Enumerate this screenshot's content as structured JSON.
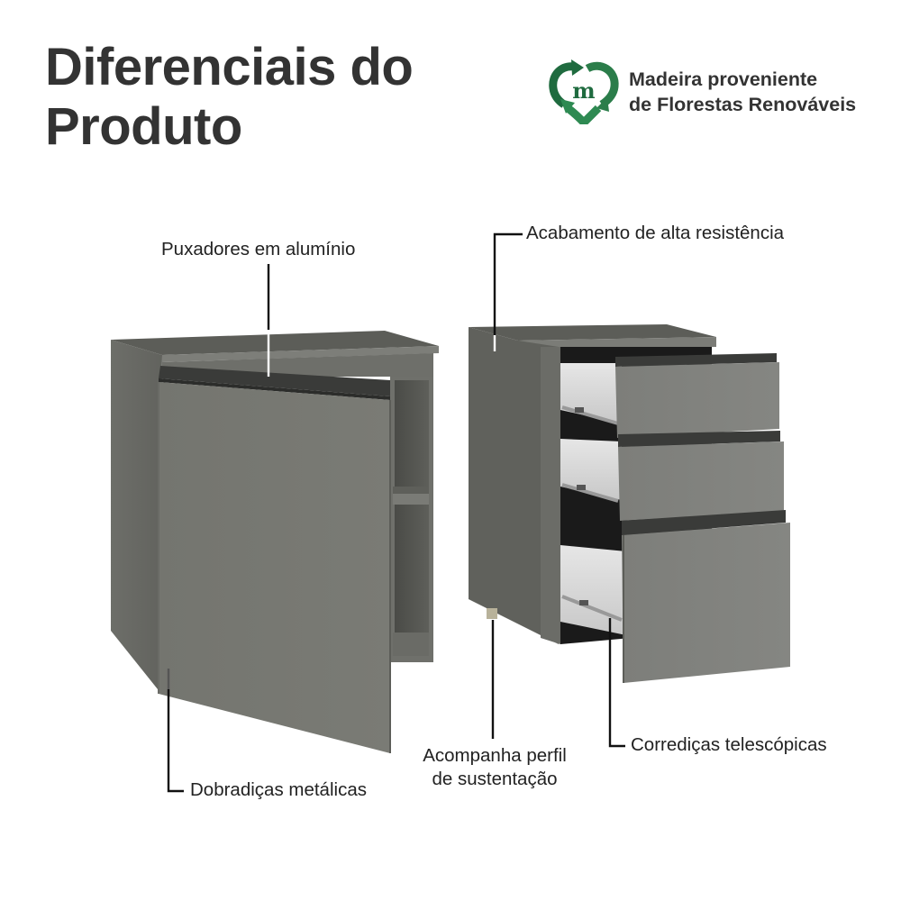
{
  "header": {
    "title_line1": "Diferenciais do",
    "title_line2": "Produto"
  },
  "badge": {
    "icon": "recycle-heart-m-icon",
    "line1": "Madeira proveniente",
    "line2": "de Florestas Renováveis",
    "colors": {
      "dark_green": "#1f6b3f",
      "light_green": "#2e8a52"
    }
  },
  "callouts": [
    {
      "id": "handles",
      "text": "Puxadores em alumínio"
    },
    {
      "id": "finish",
      "text": "Acabamento de alta resistência"
    },
    {
      "id": "hinges",
      "text": "Dobradiças metálicas"
    },
    {
      "id": "support",
      "line1": "Acompanha perfil",
      "line2": "de sustentação"
    },
    {
      "id": "slides",
      "text": "Corrediças telescópicas"
    }
  ],
  "colors": {
    "text": "#333333",
    "cabinet_gray": "#75766f",
    "cabinet_dark": "#5f605b",
    "handle": "#3a3b3a",
    "drawer_inside": "#d9d9d9",
    "leader_line": "#111111"
  }
}
